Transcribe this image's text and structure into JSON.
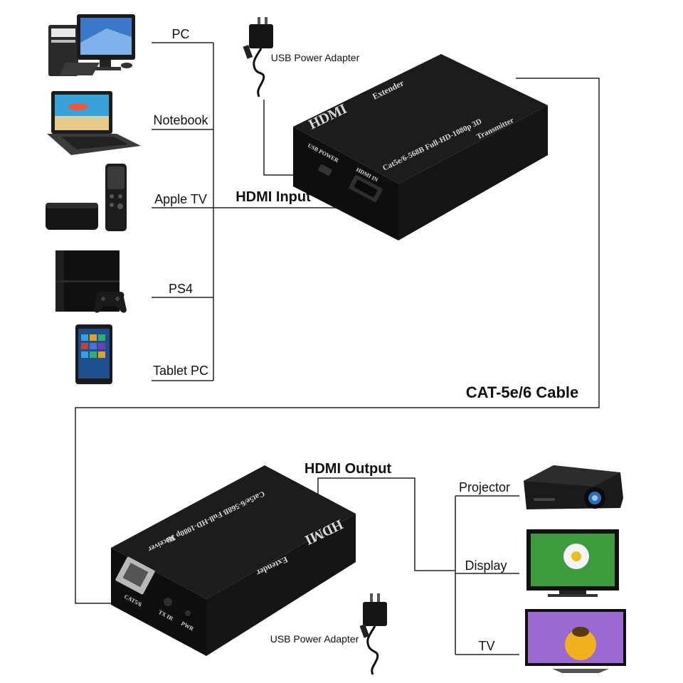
{
  "sources": {
    "pc": "PC",
    "notebook": "Notebook",
    "apple_tv": "Apple TV",
    "ps4": "PS4",
    "tablet": "Tablet PC"
  },
  "connections": {
    "hdmi_input": "HDMI Input",
    "hdmi_output": "HDMI Output",
    "cable": "CAT-5e/6 Cable",
    "usb_top": "USB Power Adapter",
    "usb_bottom": "USB Power Adapter"
  },
  "transmitter": {
    "logo": "HDMI",
    "extender": "Extender",
    "spec": "Cat5e/6-568B Full-HD-1080p 3D",
    "role": "Transmitter",
    "port_usb": "USB POWER",
    "port_hdmi": "HDMI IN"
  },
  "receiver": {
    "logo": "HDMI",
    "extender": "Extender",
    "spec": "Cat5e/6-568B Full-HD-1080p 3D",
    "role": "Receiver",
    "port_cat": "CAT5/6",
    "port_ir": "TX IR",
    "port_pwr": "PWR"
  },
  "displays": {
    "projector": "Projector",
    "display": "Display",
    "tv": "TV"
  },
  "colors": {
    "line": "#222222",
    "device_body": "#141414",
    "device_face": "#1f1f1f"
  }
}
